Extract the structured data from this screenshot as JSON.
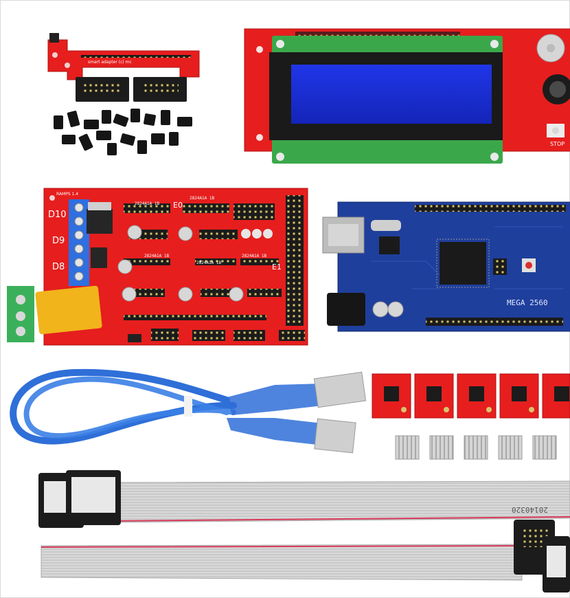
{
  "photo": {
    "background": "#ffffff",
    "colors": {
      "pcb_red": "#e61e1e",
      "pcb_red_dark": "#b01010",
      "arduino_blue": "#1f3f9c",
      "lcd_blue": "#1c2bd6",
      "lcd_bezel": "#1a1a1a",
      "lcd_green": "#3aa84a",
      "terminal_green": "#3bb05a",
      "fuse_yellow": "#f1b41b",
      "usb_cable": "#2f6fd8",
      "ribbon_grey": "#d4d4d4",
      "ribbon_stripe": "#d83a5a",
      "heatsink": "#c8c8c8",
      "connector_black": "#1c1c1c"
    },
    "labels": {
      "adapter_silk": "smart adapter (c) mc",
      "lcd_button": "STOP",
      "ramps_header": "RAMPS 1.4",
      "ramps_d10": "D10",
      "ramps_d9": "D9",
      "ramps_d8": "D8",
      "ramps_e0": "E0",
      "ramps_e1": "E1",
      "ramps_ic_1": "2824A1A 1B",
      "ramps_ic_2": "2824A1A 1B",
      "ramps_ic_3": "2824A1A 1B",
      "ramps_ic_4": "2824A1A 1B",
      "ramps_ic_5": "2824A1A 1B",
      "mega_label": "MEGA 2560",
      "ribbon_print": "20140320"
    }
  }
}
